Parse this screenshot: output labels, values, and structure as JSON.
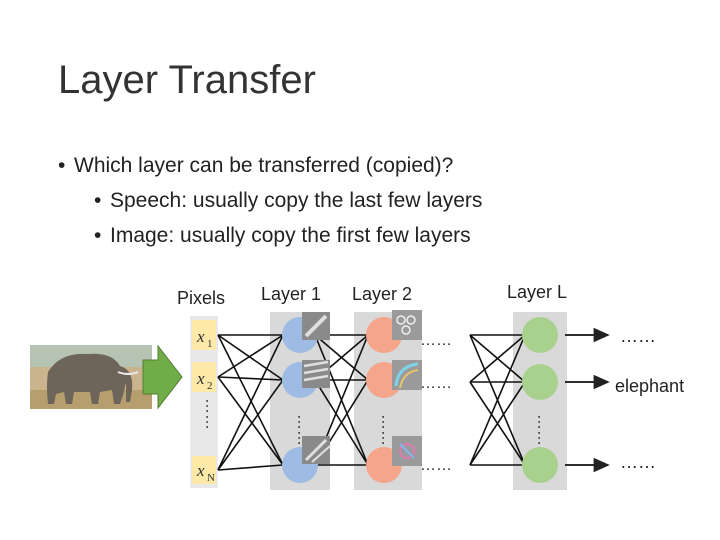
{
  "slide": {
    "title": "Layer Transfer",
    "bullets": [
      {
        "level": 1,
        "text": "Which layer can be transferred (copied)?"
      },
      {
        "level": 2,
        "text": "Speech: usually copy the last few layers"
      },
      {
        "level": 2,
        "text": "Image: usually copy the first few layers"
      }
    ]
  },
  "diagram": {
    "labels": {
      "pixels": "Pixels",
      "layer1": "Layer 1",
      "layer2": "Layer 2",
      "layerL": "Layer L",
      "output_top": "……",
      "output_mid": "elephant",
      "output_bot": "……"
    },
    "inputs": {
      "x1": "x",
      "x1_sub": "1",
      "x2": "x",
      "x2_sub": "2",
      "xN": "x",
      "xN_sub": "N",
      "ellipsis": "……"
    },
    "hidden_ellipsis": "……",
    "colors": {
      "layer1": "#9dbbe3",
      "layer2": "#f4a58a",
      "layerL": "#a9d18e",
      "arrow": "#70ad47",
      "column_bg": "#d9d9d9",
      "input_bg": "#ffe9a8"
    }
  }
}
